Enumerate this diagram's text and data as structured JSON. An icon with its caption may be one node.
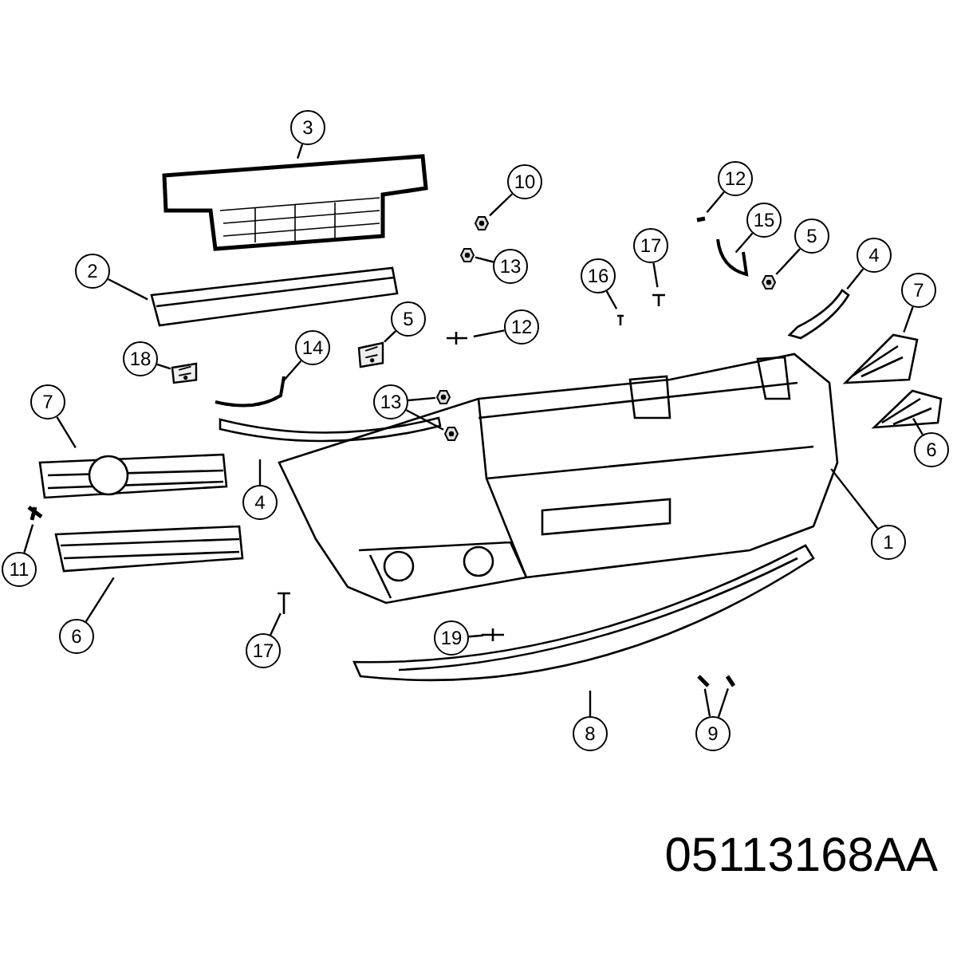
{
  "diagram": {
    "nodes": [
      {
        "text": [
          "3"
        ]
      },
      {
        "text": [
          "10"
        ]
      },
      {
        "text": [
          "12"
        ]
      },
      {
        "text": [
          "15"
        ]
      },
      {
        "text": [
          "5"
        ]
      },
      {
        "text": [
          "2"
        ]
      },
      {
        "text": [
          "13"
        ]
      },
      {
        "text": [
          "17"
        ]
      },
      {
        "text": [
          "4"
        ]
      },
      {
        "text": [
          "16"
        ]
      },
      {
        "text": [
          "7"
        ]
      },
      {
        "text": [
          "5"
        ]
      },
      {
        "text": [
          "12"
        ]
      },
      {
        "text": [
          "14"
        ]
      },
      {
        "text": [
          "18"
        ]
      },
      {
        "text": [
          "13"
        ]
      },
      {
        "text": [
          "7"
        ]
      },
      {
        "text": [
          "6"
        ]
      },
      {
        "text": [
          "4"
        ]
      },
      {
        "text": [
          "1"
        ]
      },
      {
        "text": [
          "11"
        ]
      },
      {
        "text": [
          "6"
        ]
      },
      {
        "text": [
          "19"
        ]
      },
      {
        "text": [
          "17"
        ]
      },
      {
        "text": [
          "8"
        ]
      },
      {
        "text": [
          "9"
        ]
      },
      {
        "text": [],
        "shape": "picture"
      },
      {
        "text": [],
        "shape": "picture"
      },
      {
        "text": [],
        "shape": "picture"
      },
      {
        "text": [],
        "shape": "picture"
      },
      {
        "text": [],
        "shape": "picture"
      },
      {
        "text": [],
        "shape": "picture"
      },
      {
        "text": [],
        "shape": "picture"
      }
    ],
    "edges": [
      {
        "from": 0,
        "to": null,
        "arrow": "none"
      },
      {
        "from": 1,
        "to": 26,
        "arrow": "none"
      },
      {
        "from": 2,
        "to": null,
        "arrow": "none"
      },
      {
        "from": 3,
        "to": null,
        "arrow": "none"
      },
      {
        "from": 4,
        "to": 28,
        "arrow": "none"
      },
      {
        "from": 5,
        "to": null,
        "arrow": "none"
      },
      {
        "from": 6,
        "to": 27,
        "arrow": "none"
      },
      {
        "from": 7,
        "to": null,
        "arrow": "none"
      },
      {
        "from": 8,
        "to": null,
        "arrow": "none"
      },
      {
        "from": 9,
        "to": null,
        "arrow": "none"
      },
      {
        "from": 10,
        "to": null,
        "arrow": "none"
      },
      {
        "from": 11,
        "to": 29,
        "arrow": "none"
      },
      {
        "from": 12,
        "to": null,
        "arrow": "none"
      },
      {
        "from": 13,
        "to": null,
        "arrow": "none"
      },
      {
        "from": 14,
        "to": 30,
        "arrow": "none"
      },
      {
        "from": 15,
        "to": 31,
        "arrow": "none"
      },
      {
        "from": 15,
        "to": 32,
        "arrow": "none"
      },
      {
        "from": 16,
        "to": null,
        "arrow": "none"
      },
      {
        "from": 17,
        "to": null,
        "arrow": "none"
      },
      {
        "from": 18,
        "to": null,
        "arrow": "none"
      },
      {
        "from": 19,
        "to": null,
        "arrow": "none"
      },
      {
        "from": 20,
        "to": null,
        "arrow": "none"
      },
      {
        "from": 21,
        "to": null,
        "arrow": "none"
      },
      {
        "from": 22,
        "to": null,
        "arrow": "none"
      },
      {
        "from": 23,
        "to": null,
        "arrow": "none"
      },
      {
        "from": 24,
        "to": null,
        "arrow": "none"
      },
      {
        "from": 25,
        "to": null,
        "arrow": "none"
      },
      {
        "from": 25,
        "to": null,
        "arrow": "none"
      }
    ],
    "labels": [
      "05113168AA"
    ]
  }
}
